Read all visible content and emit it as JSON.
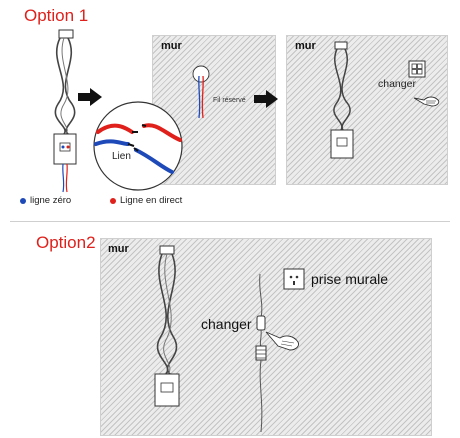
{
  "option1": {
    "title": "Option 1",
    "panel2_label": "mur",
    "panel3_label": "mur",
    "zoom_label": "Lien",
    "reserved_wire_label": "Fil réservé",
    "switch_label": "changer"
  },
  "legend": {
    "neutral_label": "ligne zéro",
    "neutral_color": "#1e49b8",
    "live_label": "Ligne en direct",
    "live_color": "#e0201b"
  },
  "option2": {
    "title": "Option2",
    "panel_label": "mur",
    "outlet_label": "prise murale",
    "switch_label": "changer"
  },
  "colors": {
    "accent": "#e0201b",
    "wire_blue": "#1e49b8",
    "wire_red": "#e0201b"
  }
}
